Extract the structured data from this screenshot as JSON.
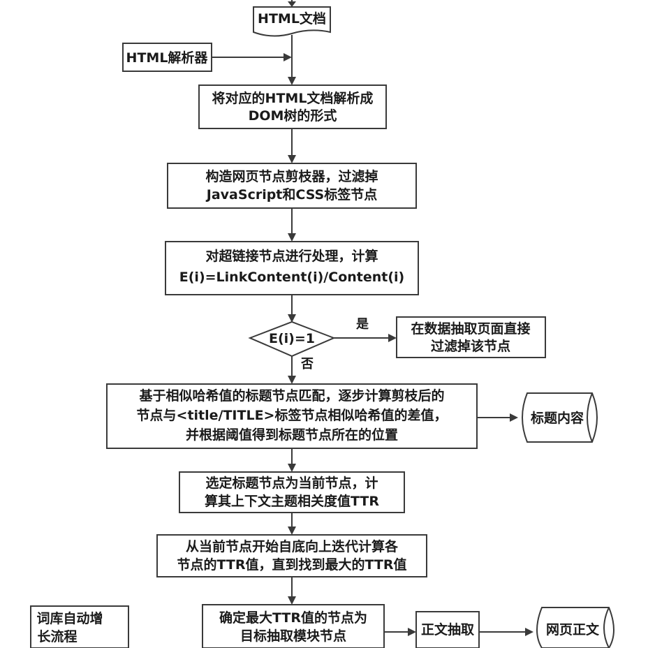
{
  "nodes": {
    "html_doc": {
      "label": "HTML文档"
    },
    "html_parser": {
      "label": "HTML解析器"
    },
    "parse_dom": {
      "lines": [
        "将对应的HTML文档解析成",
        "DOM树的形式"
      ]
    },
    "prune": {
      "lines": [
        "构造网页节点剪枝器，过滤掉",
        "JavaScript和CSS标签节点"
      ]
    },
    "link_process": {
      "lines": [
        "对超链接节点进行处理，计算",
        "E(i)=LinkContent(i)/Content(i)"
      ]
    },
    "decision": {
      "label": "E(i)=1"
    },
    "filter_direct": {
      "lines": [
        "在数据抽取页面直接",
        "过滤掉该节点"
      ]
    },
    "title_match": {
      "lines": [
        "基于相似哈希值的标题节点匹配，逐步计算剪枝后的",
        "节点与<title/TITLE>标签节点相似哈希值的差值，",
        "并根据阈值得到标题节点所在的位置"
      ]
    },
    "title_content": {
      "label": "标题内容"
    },
    "ttr_select": {
      "lines": [
        "选定标题节点为当前节点，计",
        "算其上下文主题相关度值TTR"
      ]
    },
    "ttr_iterate": {
      "lines": [
        "从当前节点开始自底向上迭代计算各",
        "节点的TTR值，直到找到最大的TTR值"
      ]
    },
    "target_block": {
      "lines": [
        "确定最大TTR值的节点为",
        "目标抽取模块节点"
      ]
    },
    "extract_body": {
      "label": "正文抽取"
    },
    "page_body": {
      "label": "网页正文"
    },
    "lexicon": {
      "lines": [
        "词库自动增",
        "长流程"
      ]
    }
  },
  "branches": {
    "yes": "是",
    "no": "否"
  }
}
